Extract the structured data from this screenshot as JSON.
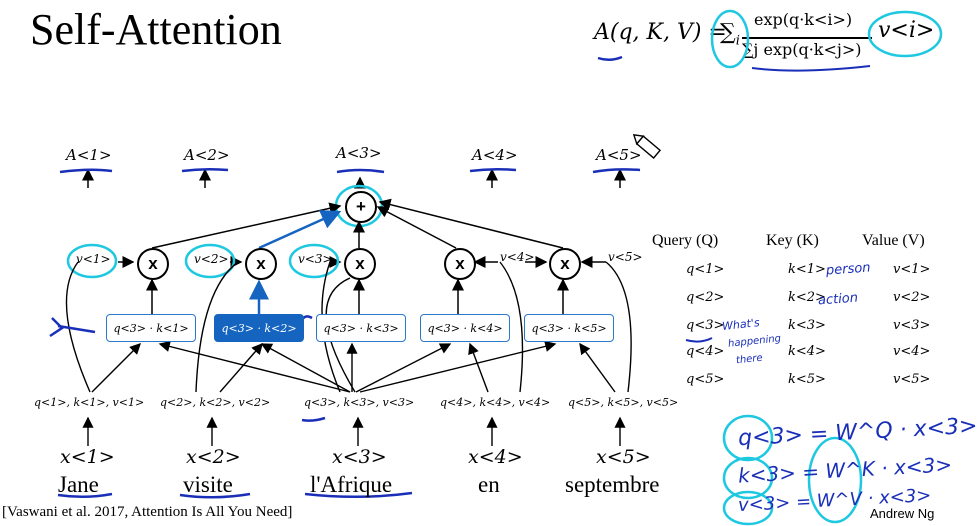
{
  "title": "Self-Attention",
  "formula": {
    "lhs": "A(q, K, V) =",
    "sum": "∑",
    "sum_index": "i",
    "numerator": "exp(q·k<i>)",
    "denominator": "∑j exp(q·k<j>)",
    "value": "v<i>"
  },
  "outputs": [
    "A<1>",
    "A<2>",
    "A<3>",
    "A<4>",
    "A<5>"
  ],
  "sum_symbol": "+",
  "multiply_symbol": "x",
  "values": [
    "v<1>",
    "v<2>",
    "v<3>",
    "v<4>",
    "v<5>"
  ],
  "dot_products": [
    "q<3> · k<1>",
    "q<3> · k<2>",
    "q<3> · k<3>",
    "q<3> · k<4>",
    "q<3> · k<5>"
  ],
  "qkv_triples": [
    "q<1>, k<1>, v<1>",
    "q<2>, k<2>, v<2>",
    "q<3>, k<3>, v<3>",
    "q<4>, k<4>, v<4>",
    "q<5>, k<5>, v<5>"
  ],
  "inputs": [
    "x<1>",
    "x<2>",
    "x<3>",
    "x<4>",
    "x<5>"
  ],
  "words": [
    "Jane",
    "visite",
    "l'Afrique",
    "en",
    "septembre"
  ],
  "table": {
    "headers": [
      "Query (Q)",
      "Key (K)",
      "Value (V)"
    ],
    "queries": [
      "q<1>",
      "q<2>",
      "q<3>",
      "q<4>",
      "q<5>"
    ],
    "keys": [
      "k<1>",
      "k<2>",
      "k<3>",
      "k<4>",
      "k<5>"
    ],
    "vals": [
      "v<1>",
      "v<2>",
      "v<3>",
      "v<4>",
      "v<5>"
    ]
  },
  "handwritten": {
    "person": "person",
    "action": "action",
    "whats_happening": [
      "What's",
      "happening",
      "there"
    ],
    "eq_q": "q<3> = W^Q · x<3>",
    "eq_k": "k<3> = W^K · x<3>",
    "eq_v": "v<3> = W^V · x<3>"
  },
  "citation": "[Vaswani et al. 2017, Attention Is All You Need]",
  "credit": "Andrew Ng",
  "colors": {
    "accent": "#1565c0",
    "cyan": "#1ec8e0",
    "ink": "#1a2fb8"
  }
}
